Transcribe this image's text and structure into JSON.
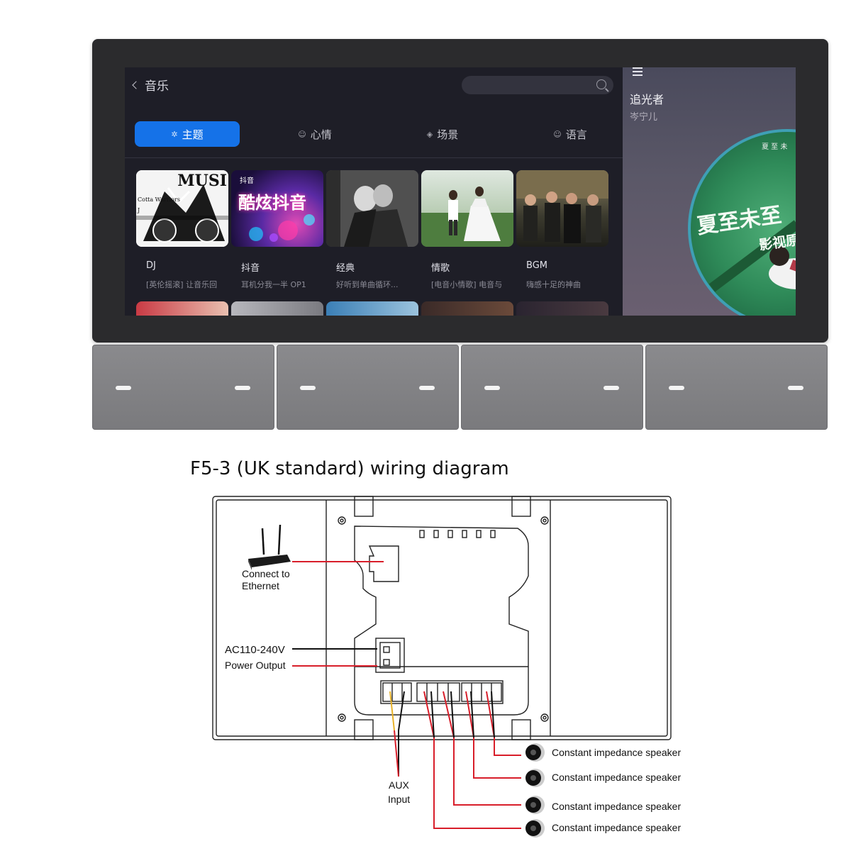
{
  "screen": {
    "back_label": "音乐",
    "tabs": [
      {
        "label": "主题",
        "icon": "✲",
        "active": true
      },
      {
        "label": "心情",
        "icon": "☺"
      },
      {
        "label": "场景",
        "icon": "◈"
      },
      {
        "label": "语言",
        "icon": "☺"
      }
    ],
    "cards": [
      {
        "title": "DJ",
        "subtitle": "[英伦摇滚] 让音乐回",
        "thumb_text": "MUSI",
        "thumb_sub": "Cotta Warriors J"
      },
      {
        "title": "抖音",
        "subtitle": "耳机分我一半 OP1",
        "thumb_text": "酷炫抖音",
        "thumb_sub": "抖音"
      },
      {
        "title": "经典",
        "subtitle": "好听到单曲循环..."
      },
      {
        "title": "情歌",
        "subtitle": "[电音小情歌] 电音与"
      },
      {
        "title": "BGM",
        "subtitle": "嗨感十足的神曲"
      }
    ],
    "now_playing": {
      "title": "追光者",
      "artist": "岑宁儿",
      "cover_title": "夏至未至",
      "cover_sub": "影视原声",
      "cover_top": "夏 至 未"
    }
  },
  "diagram": {
    "title": "F5-3 (UK standard) wiring diagram",
    "ethernet_label_1": "Connect to",
    "ethernet_label_2": "Ethernet",
    "power_label_1": "AC110-240V",
    "power_label_2": "Power Output",
    "aux_label_1": "AUX",
    "aux_label_2": "Input",
    "speakers": [
      "Constant impedance speaker",
      "Constant impedance speaker",
      "Constant impedance speaker",
      "Constant impedance speaker"
    ]
  },
  "colors": {
    "accent_blue": "#1572e8",
    "wire_red": "#d81e2a",
    "wire_yellow": "#e8b32a"
  }
}
